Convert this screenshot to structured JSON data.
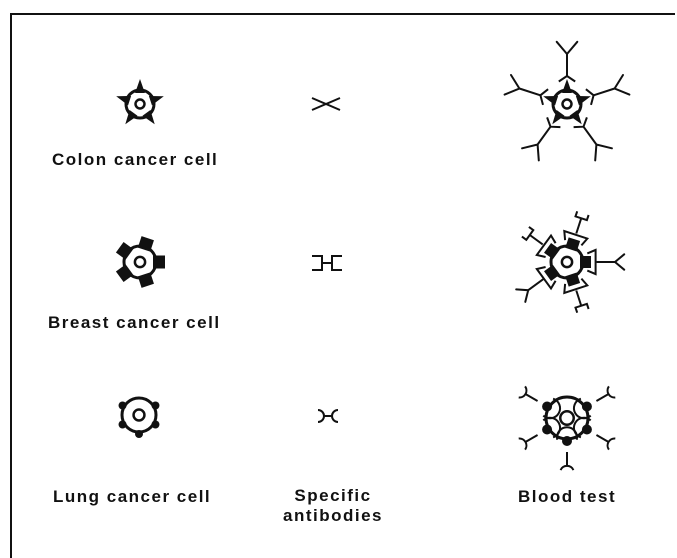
{
  "cells": [
    {
      "label": "Colon cancer cell",
      "antigen": "triangle"
    },
    {
      "label": "Breast cancer cell",
      "antigen": "square"
    },
    {
      "label": "Lung cancer cell",
      "antigen": "dot"
    }
  ],
  "antibodies_label_line1": "Specific",
  "antibodies_label_line2": "antibodies",
  "blood_test_label": "Blood test",
  "colors": {
    "ink": "#111111",
    "paper": "#ffffff"
  }
}
